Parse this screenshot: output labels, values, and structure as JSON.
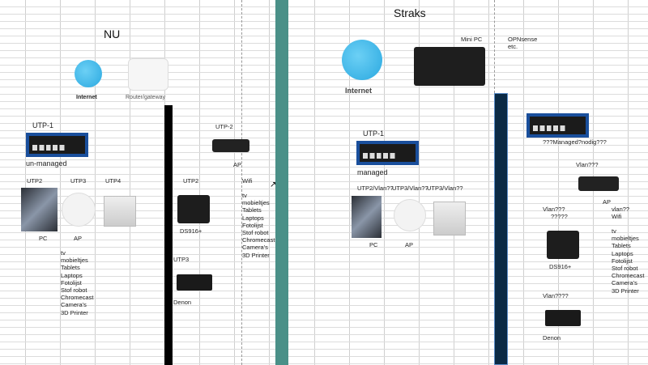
{
  "left": {
    "title": "NU",
    "internet": "Internet",
    "router": "Router/gateway",
    "switch_label": "UTP-1",
    "switch_type": "un-managed",
    "ports": [
      "UTP2",
      "UTP3",
      "UTP4"
    ],
    "pc": "PC",
    "ap": "AP",
    "ap_devices": [
      "tv",
      "mobieltjes",
      "Tablets",
      "Laptops",
      "Fotolijst",
      "Stof robot",
      "Chromecast",
      "Camera's",
      "3D Printer"
    ],
    "utp2_label": "UTP-2",
    "ap2": "AP",
    "nas_port": "UTP2",
    "nas": "DS916+",
    "wifi": "Wifi",
    "wifi_devices": [
      "tv",
      "mobieltjes",
      "Tablets",
      "Laptops",
      "Fotolijst",
      "Stof robot",
      "Chromecast",
      "Camera's",
      "3D Printer"
    ],
    "avr_port": "UTP3",
    "avr": "Denon"
  },
  "right": {
    "title": "Straks",
    "internet": "Internet",
    "minipc": "Mini PC",
    "opnsense": "OPNsense",
    "etc": "etc.",
    "switch_label": "UTP-1",
    "switch_type": "managed",
    "ports": [
      "UTP2/Vlan??",
      "UTP3/Vlan??",
      "UTP3/Vlan??"
    ],
    "pc": "PC",
    "ap": "AP",
    "switch2": "???Managed?nodig???",
    "vlan_ap": "Vlan???",
    "ap2": "AP",
    "vlan_nas": "Vlan???",
    "nas_q": "?????",
    "vlan_wifi": "vlan??",
    "wifi": "Wifi",
    "wifi_devices": [
      "tv",
      "mobieltjes",
      "Tablets",
      "Laptops",
      "Fotolijst",
      "Stof robot",
      "Chromecast",
      "Camera's",
      "3D Printer"
    ],
    "nas": "DS916+",
    "vlan_avr": "Vlan????",
    "avr": "Denon"
  },
  "colors": {
    "divider": "#4a9088",
    "bar_left": "#000000",
    "bar_right": "#0b2a45"
  }
}
